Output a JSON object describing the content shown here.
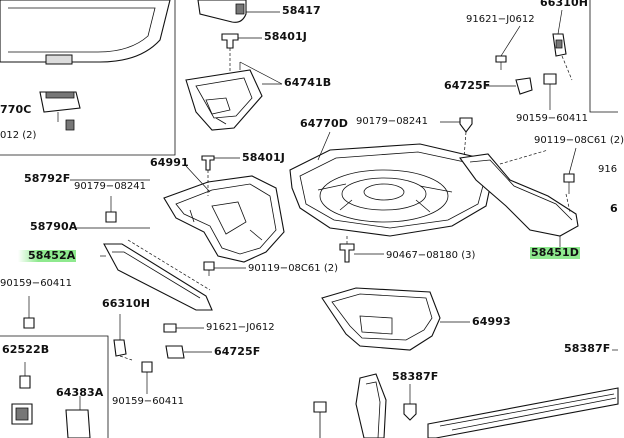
{
  "diagram": {
    "labels": {
      "l58417": "58417",
      "l58401J_top": "58401J",
      "l64741B": "64741B",
      "l91621J0612_top": "91621−J0612",
      "l66310H_top": "66310H",
      "l64725F_top": "64725F",
      "l90159_top": "90159−60411",
      "l90119_top": "90119−08C61",
      "l90119_top_qty": "(2)",
      "l64770D": "64770D",
      "l90179_top": "90179−08241",
      "l64991": "64991",
      "l58401J_mid": "58401J",
      "l770C": "770C",
      "l012": "012",
      "l012_qty": "(2)",
      "l58792F": "58792F",
      "l90179_left": "90179−08241",
      "l58790A": "58790A",
      "l58452A": "58452A",
      "l90467": "90467−08180",
      "l90467_qty": "(3)",
      "l58451D": "58451D",
      "l90119_mid": "90119−08C61",
      "l90119_mid_qty": "(2)",
      "l90159_left": "90159−60411",
      "l66310H_bot": "66310H",
      "l91621J0612_bot": "91621−J0612",
      "l64993": "64993",
      "l62522B": "62522B",
      "l64725F_bot": "64725F",
      "l58387F_right": "58387F",
      "l58387F_mid": "58387F",
      "l64383A": "64383A",
      "l90159_bot": "90159−60411",
      "l916_cut": "916",
      "l6_cut": "6"
    },
    "highlight_color": "#8ee98e"
  }
}
